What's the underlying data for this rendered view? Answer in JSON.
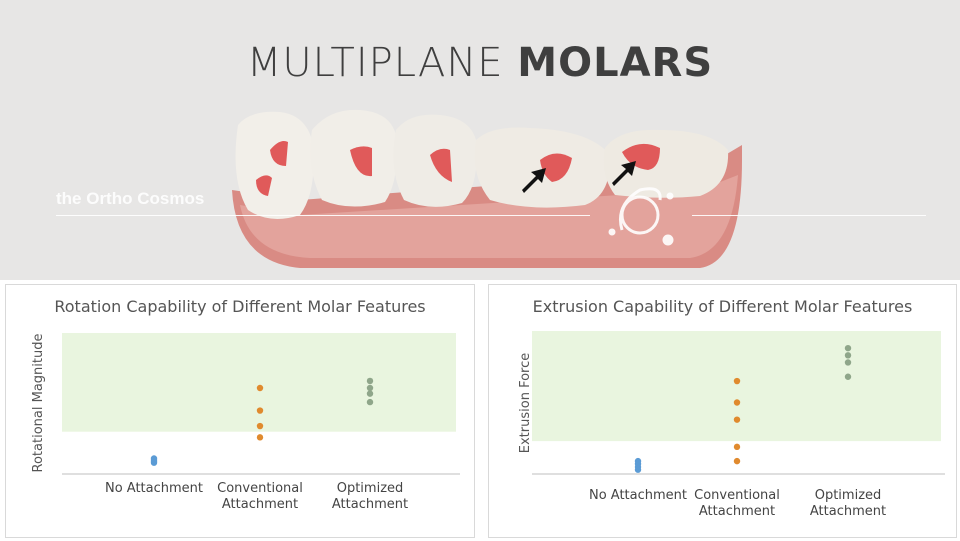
{
  "header": {
    "title_light": "MULTIPLANE ",
    "title_bold": "MOLARS"
  },
  "watermark": {
    "text": "the Ortho Cosmos"
  },
  "colors": {
    "band": "#e9f5df",
    "no_attachment": "#5b9bd5",
    "conventional": "#e08a2e",
    "optimized": "#8fa68a",
    "gum": "#d98b84",
    "tooth": "#f2efe9",
    "attachment": "#e05a5a"
  },
  "chart_data": [
    {
      "type": "scatter",
      "title": "Rotation Capability of Different Molar Features",
      "xlabel": "",
      "ylabel": "Rotational Magnitude",
      "categories": [
        [
          "No Attachment"
        ],
        [
          "Conventional",
          "Attachment"
        ],
        [
          "Optimized",
          "Attachment"
        ]
      ],
      "ylim": [
        0,
        10
      ],
      "band": [
        3,
        10
      ],
      "series": [
        {
          "category": 0,
          "values": [
            0.8,
            0.9,
            1.0,
            1.1
          ]
        },
        {
          "category": 1,
          "values": [
            2.6,
            3.4,
            4.5,
            6.1
          ]
        },
        {
          "category": 2,
          "values": [
            5.1,
            5.7,
            6.1,
            6.6
          ]
        }
      ]
    },
    {
      "type": "scatter",
      "title": "Extrusion Capability of Different Molar Features",
      "xlabel": "",
      "ylabel": "Extrusion Force",
      "categories": [
        [
          "No Attachment"
        ],
        [
          "Conventional",
          "Attachment"
        ],
        [
          "Optimized",
          "Attachment"
        ]
      ],
      "ylim": [
        0,
        10
      ],
      "band": [
        2.3,
        10
      ],
      "series": [
        {
          "category": 0,
          "values": [
            0.3,
            0.5,
            0.7,
            0.9
          ]
        },
        {
          "category": 1,
          "values": [
            0.9,
            1.9,
            3.8,
            5.0,
            6.5
          ]
        },
        {
          "category": 2,
          "values": [
            6.8,
            7.8,
            8.3,
            8.8
          ]
        }
      ]
    }
  ]
}
